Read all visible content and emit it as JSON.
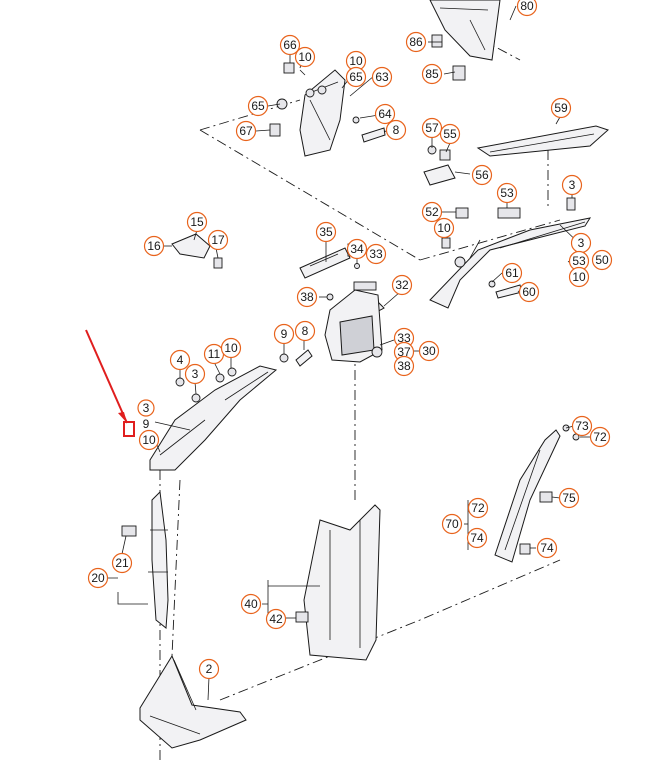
{
  "callouts": {
    "c80": "80",
    "c86": "86",
    "c85": "85",
    "c66": "66",
    "c10a": "10",
    "c10b": "10",
    "c65a": "65",
    "c63": "63",
    "c65b": "65",
    "c64": "64",
    "c67": "67",
    "c8a": "8",
    "c57": "57",
    "c55": "55",
    "c56": "56",
    "c59": "59",
    "c53a": "53",
    "c3a": "3",
    "c52": "52",
    "c10c": "10",
    "c3b": "3",
    "c53b": "53",
    "c50": "50",
    "c10d": "10",
    "c61": "61",
    "c60": "60",
    "c15": "15",
    "c16": "16",
    "c17": "17",
    "c35": "35",
    "c34": "34",
    "c33a": "33",
    "c38a": "38",
    "c32": "32",
    "c9a": "9",
    "c8b": "8",
    "c33b": "33",
    "c37": "37",
    "c30": "30",
    "c38b": "38",
    "c4": "4",
    "c11": "11",
    "c10e": "10",
    "c3c": "3",
    "c3d": "3",
    "c9b": "9",
    "c10f": "10",
    "c73": "73",
    "c72a": "72",
    "c75": "75",
    "c72b": "72",
    "c70": "70",
    "c74a": "74",
    "c74b": "74",
    "c20": "20",
    "c21": "21",
    "c40": "40",
    "c42": "42",
    "c2": "2"
  },
  "highlight_color": "#e01e1e",
  "callout_color": "#e8631c"
}
